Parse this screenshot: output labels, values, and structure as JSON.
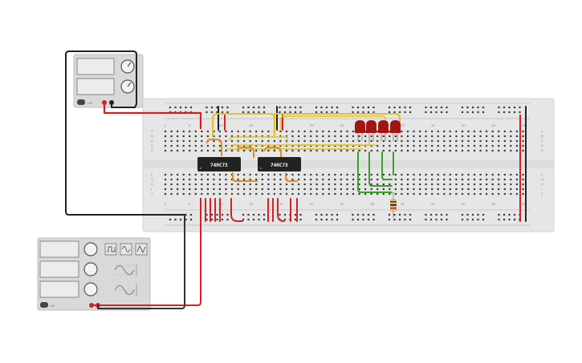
{
  "workspace": {
    "background": "#ffffff"
  },
  "power_supply": {
    "display_color": "#e8e8e8",
    "button_label": "ON",
    "terminal_colors": {
      "positive": "#cc2222",
      "negative": "#222222"
    }
  },
  "function_generator": {
    "button_label": "ON",
    "waveform_buttons": [
      "square-wave-icon",
      "sine-wave-icon",
      "triangle-wave-icon"
    ]
  },
  "breadboard": {
    "color": "#e6e6e6",
    "top_column_numbers": [
      "1",
      "5",
      "10",
      "15",
      "20",
      "25",
      "30",
      "35",
      "40",
      "45",
      "50",
      "55",
      "60"
    ],
    "bottom_column_numbers": [
      "1",
      "5",
      "10",
      "15",
      "20",
      "25",
      "30",
      "35",
      "40",
      "45",
      "50",
      "55",
      "60"
    ],
    "row_letters_top": [
      "A",
      "B",
      "C",
      "D",
      "E"
    ],
    "row_letters_bottom": [
      "F",
      "G",
      "H",
      "I",
      "J"
    ]
  },
  "chips": [
    {
      "label": "74HC73"
    },
    {
      "label": "74HC73"
    }
  ],
  "leds": {
    "count": 4,
    "color": "#a31515"
  },
  "wire_colors": {
    "red": "#d42020",
    "black": "#222222",
    "yellow": "#e8c020",
    "orange": "#e88a10",
    "green": "#3aa02a"
  }
}
